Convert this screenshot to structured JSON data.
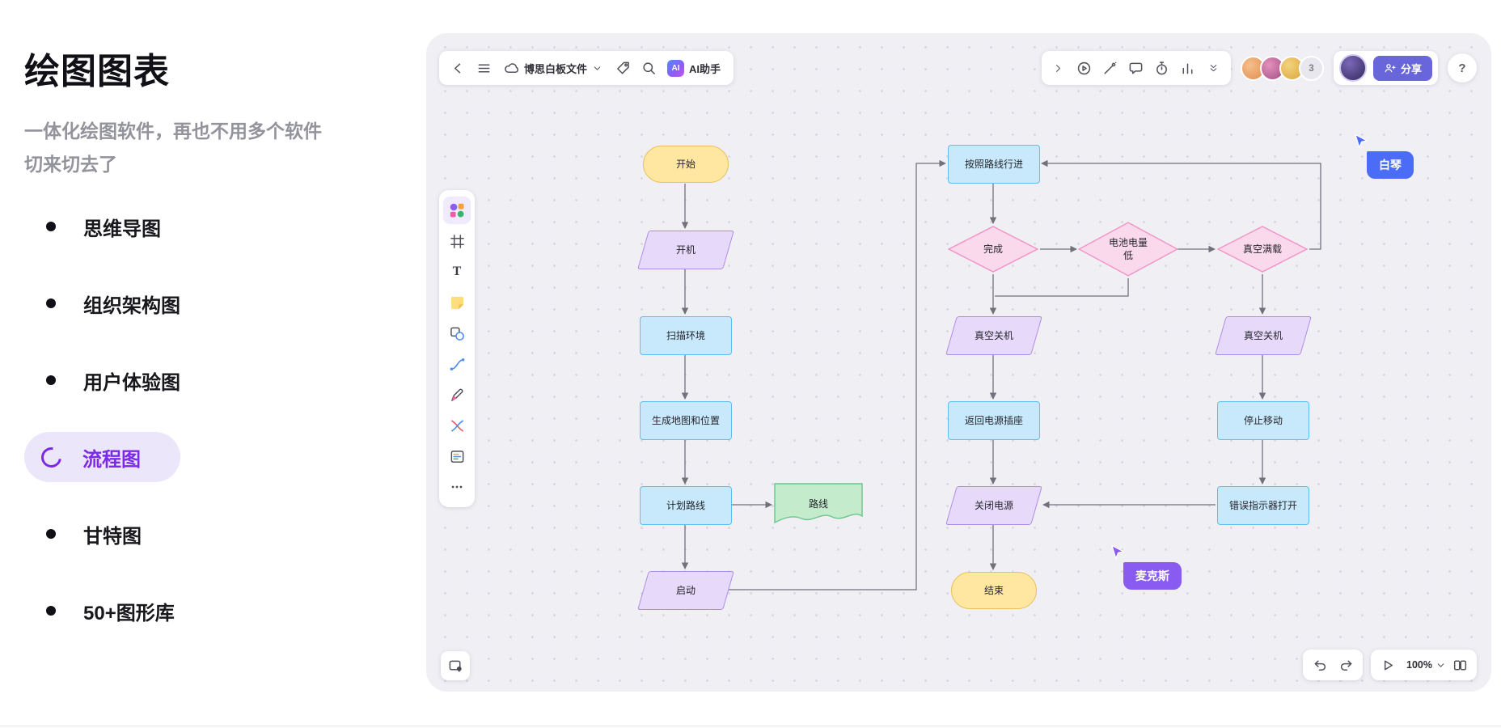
{
  "hero": {
    "title": "绘图图表",
    "subtitle_line1": "一体化绘图软件，再也不用多个软件",
    "subtitle_line2": "切来切去了",
    "features": [
      "思维导图",
      "组织架构图",
      "用户体验图",
      "流程图",
      "甘特图",
      "50+图形库"
    ],
    "active_feature": "流程图"
  },
  "board": {
    "header": {
      "file_name": "博思白板文件",
      "ai_badge": "AI",
      "ai_assistant_label": "AI助手",
      "extra_collaborators": "3",
      "share_label": "分享",
      "help_label": "?"
    },
    "footer": {
      "zoom": "100%"
    },
    "cursors": [
      {
        "name": "白琴",
        "color": "#4A6CF7"
      },
      {
        "name": "麦克斯",
        "color": "#8A5BF0"
      }
    ],
    "icons": [
      "back",
      "menu",
      "cloud",
      "chevron-down",
      "tag",
      "search",
      "ai",
      "collapse-left",
      "play",
      "laser-pointer",
      "comment",
      "timer",
      "chart",
      "double-chevron",
      "share-user",
      "help",
      "template",
      "frame",
      "text",
      "sticky-note",
      "shapes",
      "connector",
      "pen",
      "mindmap",
      "card",
      "more",
      "minimap",
      "undo",
      "redo",
      "present",
      "pages"
    ],
    "colors": {
      "brand_purple": "#6965DB",
      "active_pill": "#ECE6FA",
      "node_blue_fill": "#C7E9FB",
      "node_blue_border": "#5FBEF0",
      "node_yellow_fill": "#FFE7A2",
      "node_yellow_border": "#E9C25F",
      "node_purple_fill": "#E6D9F9",
      "node_purple_border": "#B189E6",
      "node_pink_fill": "#FBD9EC",
      "node_pink_border": "#F293C7",
      "node_green_fill": "#C3EBCC",
      "node_green_border": "#6BC58C"
    }
  },
  "flowchart": {
    "nodes": [
      {
        "id": "start",
        "label": "开始",
        "shape": "stadium"
      },
      {
        "id": "power-on",
        "label": "开机",
        "shape": "parallelogram"
      },
      {
        "id": "scan-env",
        "label": "扫描环境",
        "shape": "rect"
      },
      {
        "id": "gen-map",
        "label": "生成地图和位置",
        "shape": "rect"
      },
      {
        "id": "plan-route",
        "label": "计划路线",
        "shape": "rect"
      },
      {
        "id": "route-doc",
        "label": "路线",
        "shape": "document"
      },
      {
        "id": "launch",
        "label": "启动",
        "shape": "parallelogram"
      },
      {
        "id": "follow-route",
        "label": "按照路线行进",
        "shape": "rect"
      },
      {
        "id": "done",
        "label": "完成",
        "shape": "diamond"
      },
      {
        "id": "battery-low",
        "label": "电池电量低",
        "shape": "diamond"
      },
      {
        "id": "vacuum-full",
        "label": "真空满载",
        "shape": "diamond"
      },
      {
        "id": "vacuum-off-left",
        "label": "真空关机",
        "shape": "parallelogram"
      },
      {
        "id": "vacuum-off-right",
        "label": "真空关机",
        "shape": "parallelogram"
      },
      {
        "id": "return-dock",
        "label": "返回电源插座",
        "shape": "rect"
      },
      {
        "id": "stop-moving",
        "label": "停止移动",
        "shape": "rect"
      },
      {
        "id": "power-off",
        "label": "关闭电源",
        "shape": "parallelogram"
      },
      {
        "id": "error-indicator",
        "label": "错误指示器打开",
        "shape": "rect"
      },
      {
        "id": "end",
        "label": "结束",
        "shape": "stadium"
      }
    ],
    "edges": [
      {
        "from": "start",
        "to": "power-on"
      },
      {
        "from": "power-on",
        "to": "scan-env"
      },
      {
        "from": "scan-env",
        "to": "gen-map"
      },
      {
        "from": "gen-map",
        "to": "plan-route"
      },
      {
        "from": "plan-route",
        "to": "launch"
      },
      {
        "from": "plan-route",
        "to": "route-doc"
      },
      {
        "from": "launch",
        "to": "follow-route"
      },
      {
        "from": "follow-route",
        "to": "done"
      },
      {
        "from": "done",
        "to": "battery-low"
      },
      {
        "from": "battery-low",
        "to": "vacuum-full"
      },
      {
        "from": "vacuum-full",
        "to": "follow-route"
      },
      {
        "from": "done",
        "to": "vacuum-off-left"
      },
      {
        "from": "battery-low",
        "to": "vacuum-off-left"
      },
      {
        "from": "vacuum-full",
        "to": "vacuum-off-right"
      },
      {
        "from": "vacuum-off-left",
        "to": "return-dock"
      },
      {
        "from": "return-dock",
        "to": "power-off"
      },
      {
        "from": "vacuum-off-right",
        "to": "stop-moving"
      },
      {
        "from": "stop-moving",
        "to": "error-indicator"
      },
      {
        "from": "error-indicator",
        "to": "power-off"
      },
      {
        "from": "power-off",
        "to": "end"
      }
    ]
  }
}
